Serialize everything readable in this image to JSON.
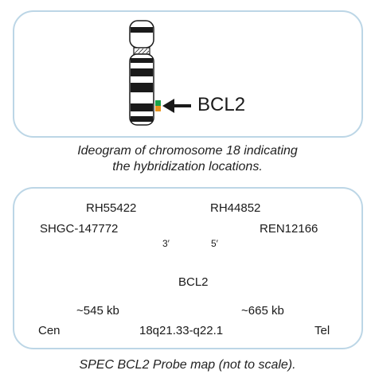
{
  "ideogram": {
    "gene_label": "BCL2",
    "caption_line1": "Ideogram of chromosome 18 indicating",
    "caption_line2": "the hybridization locations."
  },
  "probe_map": {
    "markers": {
      "shgc": "SHGC-147772",
      "rh55422": "RH55422",
      "rh44852": "RH44852",
      "ren12166": "REN12166"
    },
    "prime3": "3′",
    "prime5": "5′",
    "gene_label": "BCL2",
    "green_probe_size": "~545 kb",
    "orange_probe_size": "~665 kb",
    "cen_label": "Cen",
    "band_label": "18q21.33-q22.1",
    "tel_label": "Tel",
    "caption": "SPEC BCL2 Probe map (not to scale)."
  },
  "colors": {
    "panel_border": "#bcd6e6",
    "green_probe": "#1aa14a",
    "orange_probe": "#e8941e",
    "gene_box": "#7a7a7a",
    "ink": "#1a1a1a"
  }
}
